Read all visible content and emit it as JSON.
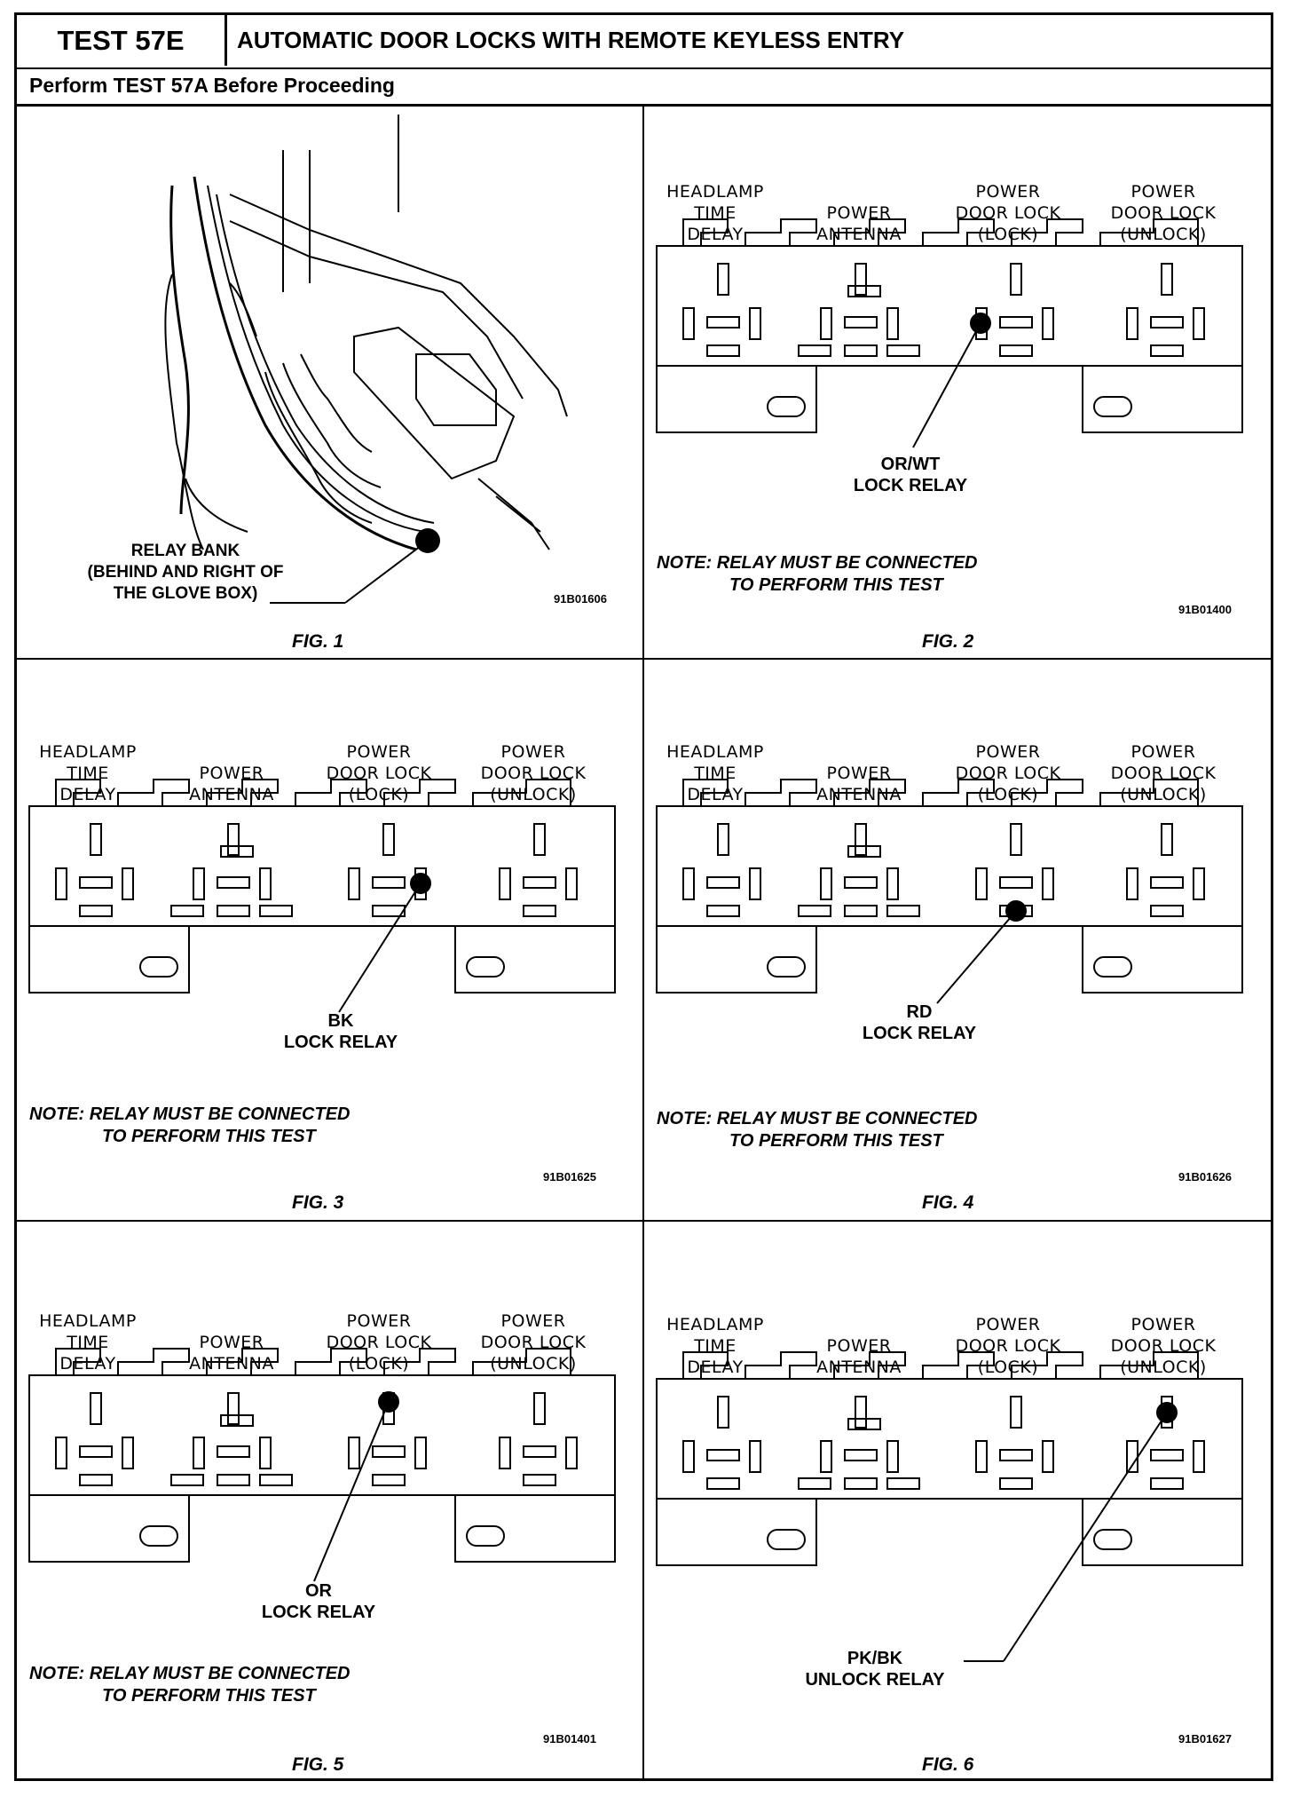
{
  "header": {
    "test_id": "TEST 57E",
    "title": "AUTOMATIC DOOR LOCKS WITH REMOTE KEYLESS ENTRY",
    "prerequisite": "Perform TEST 57A Before Proceeding"
  },
  "relay_headers": {
    "headlamp": [
      "HEADLAMP",
      "TIME",
      "DELAY"
    ],
    "antenna": [
      "POWER",
      "ANTENNA"
    ],
    "lock": [
      "POWER",
      "DOOR LOCK",
      "(LOCK)"
    ],
    "unlock": [
      "POWER",
      "DOOR LOCK",
      "(UNLOCK)"
    ]
  },
  "note": {
    "line1": "NOTE:  RELAY MUST BE CONNECTED",
    "line2": "TO PERFORM THIS TEST"
  },
  "fig1": {
    "label": "FIG. 1",
    "code": "91B01606",
    "callout": [
      "RELAY BANK",
      "(BEHIND AND RIGHT OF",
      "THE GLOVE BOX)"
    ]
  },
  "fig2": {
    "label": "FIG. 2",
    "code": "91B01400",
    "wire": "OR/WT",
    "relay": "LOCK RELAY"
  },
  "fig3": {
    "label": "FIG. 3",
    "code": "91B01625",
    "wire": "BK",
    "relay": "LOCK RELAY"
  },
  "fig4": {
    "label": "FIG. 4",
    "code": "91B01626",
    "wire": "RD",
    "relay": "LOCK RELAY"
  },
  "fig5": {
    "label": "FIG. 5",
    "code": "91B01401",
    "wire": "OR",
    "relay": "LOCK RELAY"
  },
  "fig6": {
    "label": "FIG. 6",
    "code": "91B01627",
    "wire": "PK/BK",
    "relay": "UNLOCK RELAY"
  }
}
